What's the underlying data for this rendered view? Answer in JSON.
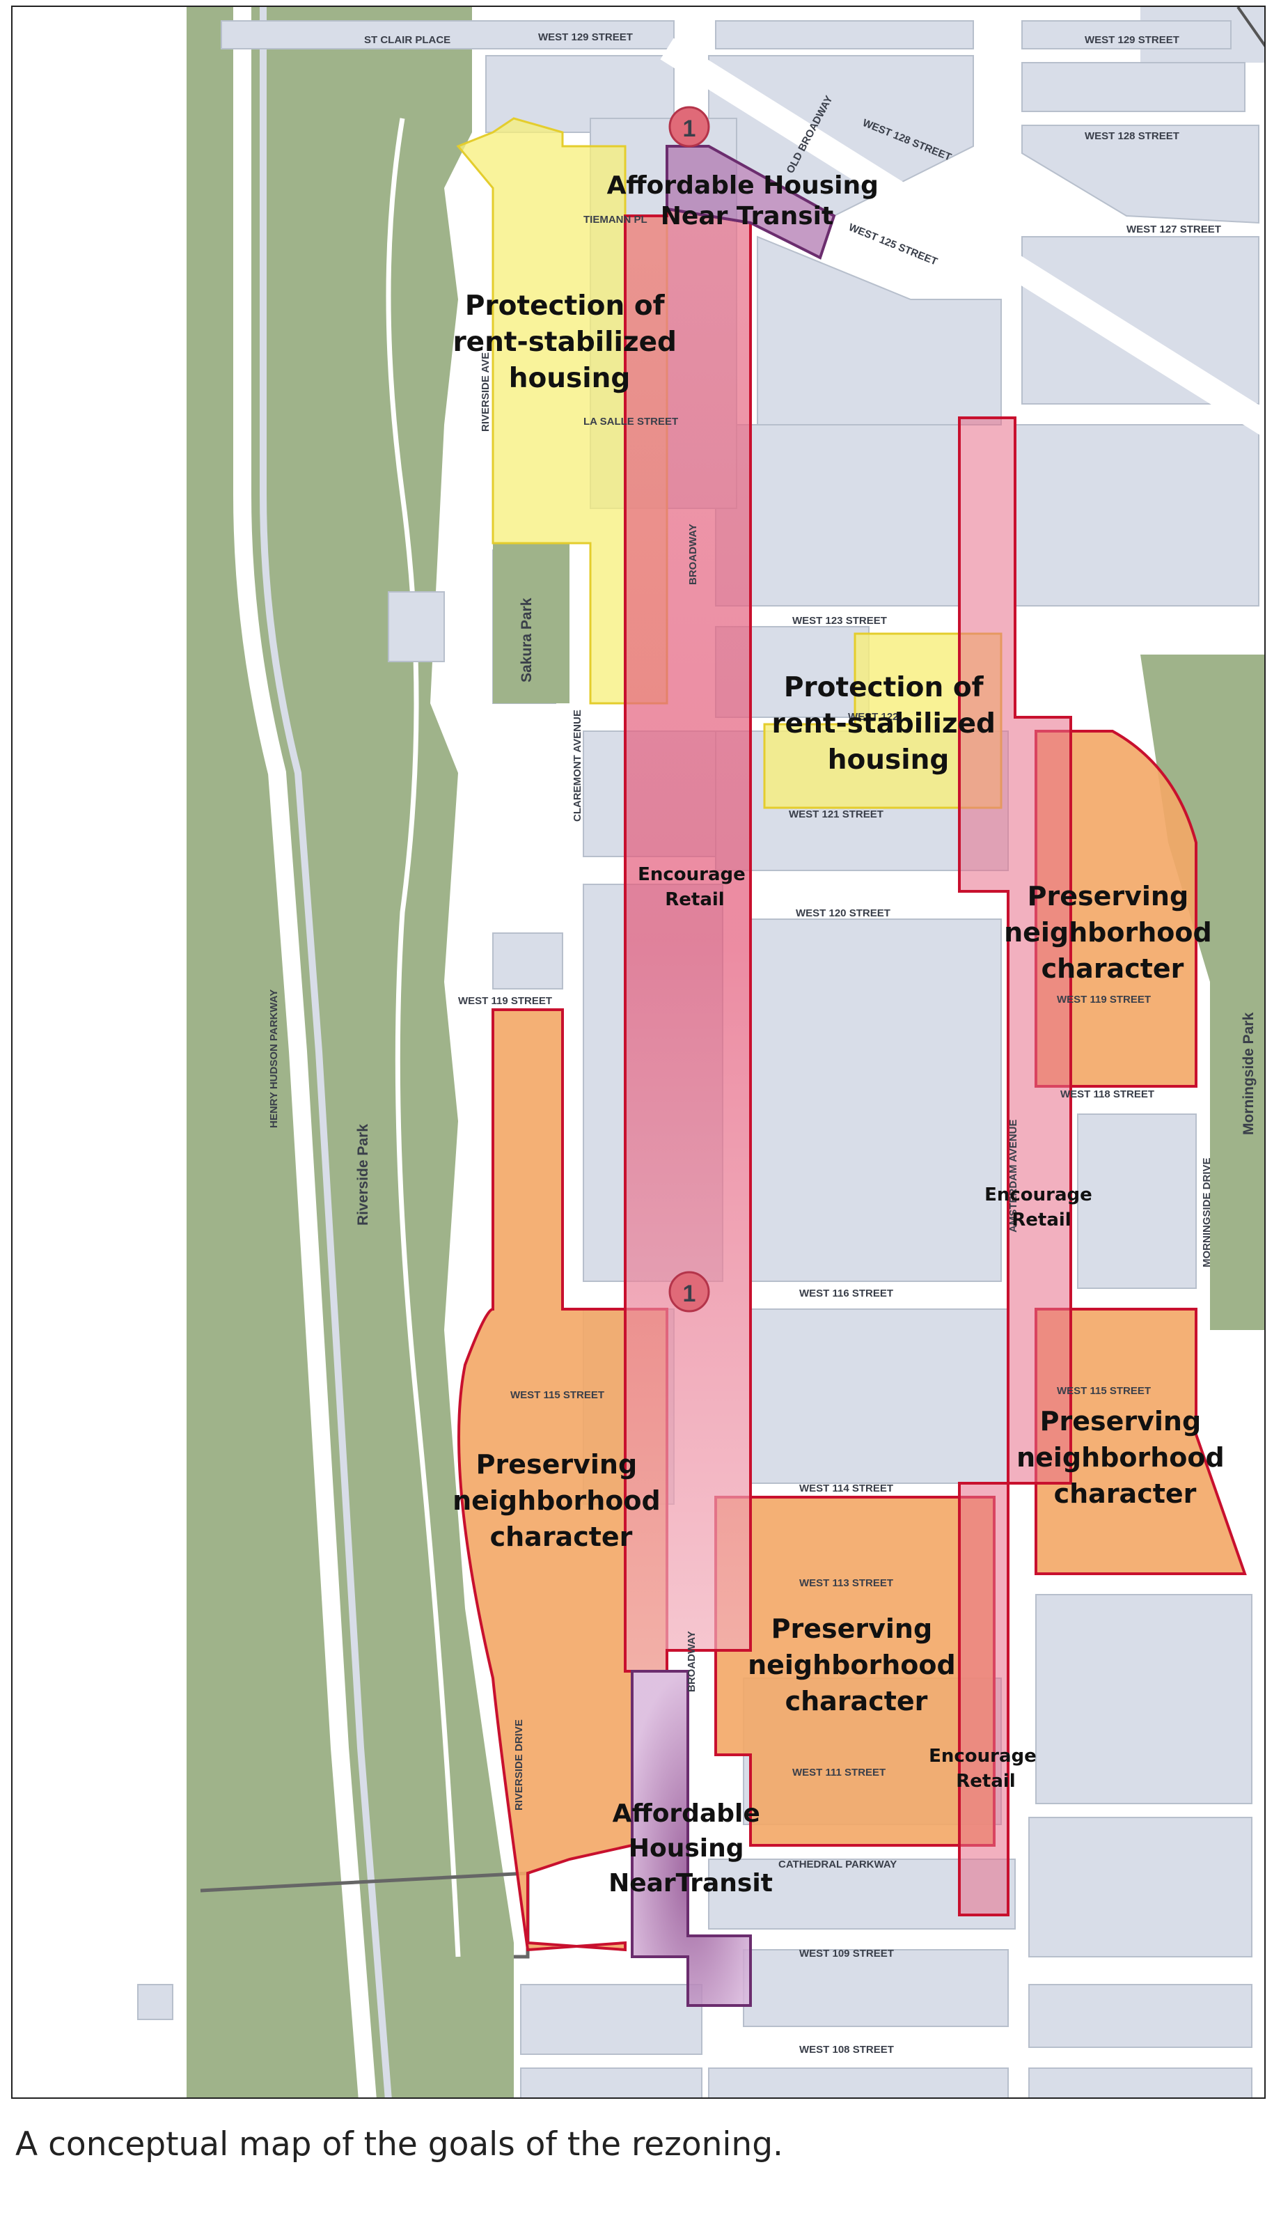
{
  "caption": "A conceptual map of the goals of the rezoning.",
  "colors": {
    "water": "#ffffff",
    "park": "#9fb38a",
    "block": "#d8dde8",
    "street": "#ffffff",
    "protection": "#f7ef7a",
    "preserving": "#f3a766",
    "retail": "#e8708a",
    "affordable": "#b17ab2",
    "outline_red": "#c8102e",
    "subway": "#e06a78"
  },
  "streets": {
    "st_clair": "ST CLAIR PLACE",
    "w129_left": "WEST 129 STREET",
    "w129_right": "WEST 129 STREET",
    "w128_diag": "WEST 128 STREET",
    "w128": "WEST 128 STREET",
    "old_broadway": "OLD BROADWAY",
    "w127": "WEST 127 STREET",
    "w125": "WEST 125 STREET",
    "tiemann": "TIEMANN PL",
    "riverside_ave": "RIVERSIDE AVE",
    "la_salle": "LA SALLE STREET",
    "broadway_top": "BROADWAY",
    "w123": "WEST 123 STREET",
    "w122": "WEST 122",
    "claremont": "CLAREMONT AVENUE",
    "w121": "WEST 121 STREET",
    "w120": "WEST 120 STREET",
    "w119_left": "WEST 119 STREET",
    "w119_right": "WEST 119 STREET",
    "henry_hudson": "HENRY HUDSON PARKWAY",
    "amsterdam": "AMSTERDAM AVENUE",
    "w118": "WEST 118 STREET",
    "morningside_dr": "MORNINGSIDE DRIVE",
    "w116": "WEST 116 STREET",
    "w115_left": "WEST 115 STREET",
    "w115_right": "WEST 115 STREET",
    "w114": "WEST 114 STREET",
    "w113": "WEST 113 STREET",
    "broadway_bottom": "BROADWAY",
    "riverside_dr": "RIVERSIDE DRIVE",
    "w111": "WEST 111 STREET",
    "cathedral": "CATHEDRAL PARKWAY",
    "w109": "WEST 109 STREET",
    "w108": "WEST 108 STREET"
  },
  "parks": {
    "sakura": "Sakura Park",
    "riverside": "Riverside Park",
    "morningside": "Morningside Park"
  },
  "subway_stations": [
    "1",
    "1"
  ],
  "goals": {
    "affordable_top": [
      "Affordable Housing",
      "Near Transit"
    ],
    "protection_top": [
      "Protection of",
      "rent-stabilized",
      "housing"
    ],
    "protection_mid": [
      "Protection of",
      "rent-stabilized",
      "housing"
    ],
    "retail_broadway": [
      "Encourage",
      "Retail"
    ],
    "retail_amsterdam_mid": [
      "Encourage",
      "Retail"
    ],
    "retail_amsterdam_low": [
      "Encourage",
      "Retail"
    ],
    "preserving_ne": [
      "Preserving",
      "neighborhood",
      "character"
    ],
    "preserving_e": [
      "Preserving",
      "neighborhood",
      "character"
    ],
    "preserving_w": [
      "Preserving",
      "neighborhood",
      "character"
    ],
    "preserving_s": [
      "Preserving",
      "neighborhood",
      "character"
    ],
    "affordable_bottom": [
      "Affordable",
      "Housing",
      "NearTransit"
    ]
  }
}
